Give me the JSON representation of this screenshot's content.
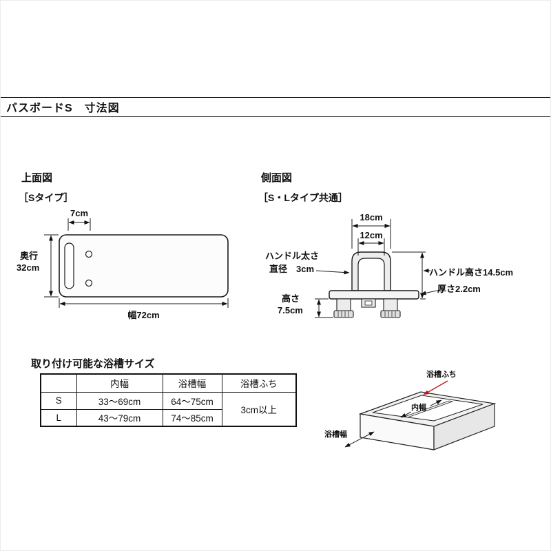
{
  "header": {
    "title": "バスボードS　寸法図"
  },
  "top_view": {
    "title": "上面図",
    "subtitle": "［Sタイプ］",
    "slot_pitch": "7cm",
    "depth_label": "奥行",
    "depth_value": "32cm",
    "board_width": "幅72cm"
  },
  "side_view": {
    "title": "側面図",
    "subtitle": "［S・Lタイプ共通］",
    "outer_width": "18cm",
    "inner_width": "12cm",
    "handle_dia_line1": "ハンドル太さ",
    "handle_dia_line2": "直径　3cm",
    "handle_height": "ハンドル高さ14.5cm",
    "thickness": "厚さ2.2cm",
    "height_label": "高さ",
    "height_value": "7.5cm"
  },
  "size_table": {
    "title": "取り付け可能な浴槽サイズ",
    "headers": [
      "",
      "内幅",
      "浴槽幅",
      "浴槽ふち"
    ],
    "rows": [
      {
        "type": "S",
        "inner_width": "33〜69cm",
        "tub_width": "64〜75cm"
      },
      {
        "type": "L",
        "inner_width": "43〜79cm",
        "tub_width": "74〜85cm"
      }
    ],
    "rim_requirement": "3cm以上"
  },
  "tub_figure": {
    "rim_label": "浴槽ふち",
    "inner_width_label": "内幅",
    "tub_width_label": "浴槽幅",
    "arrow_color": "#c11212"
  }
}
